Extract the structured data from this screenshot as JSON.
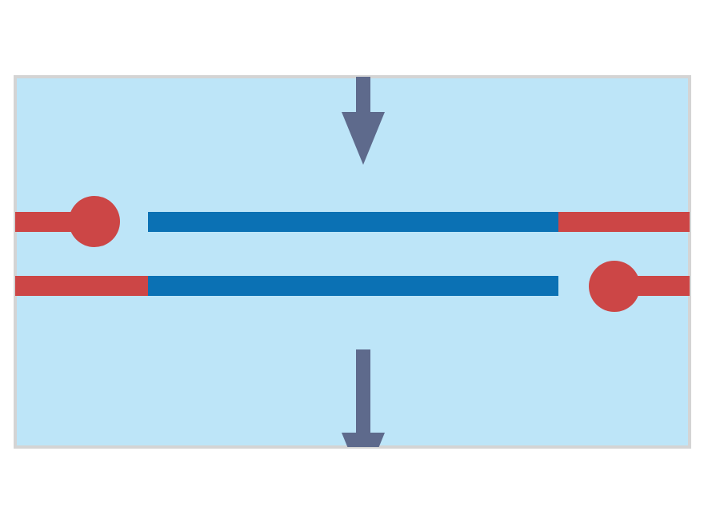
{
  "colors": {
    "background": "#bde5f8",
    "frame": "#d4d4d4",
    "strand_red": "#cc4646",
    "strand_blue": "#0b71b4",
    "arrow": "#5e6a8c"
  },
  "strands": [
    {
      "name": "top-strand",
      "circle_end": "left"
    },
    {
      "name": "bottom-strand",
      "circle_end": "right"
    }
  ]
}
